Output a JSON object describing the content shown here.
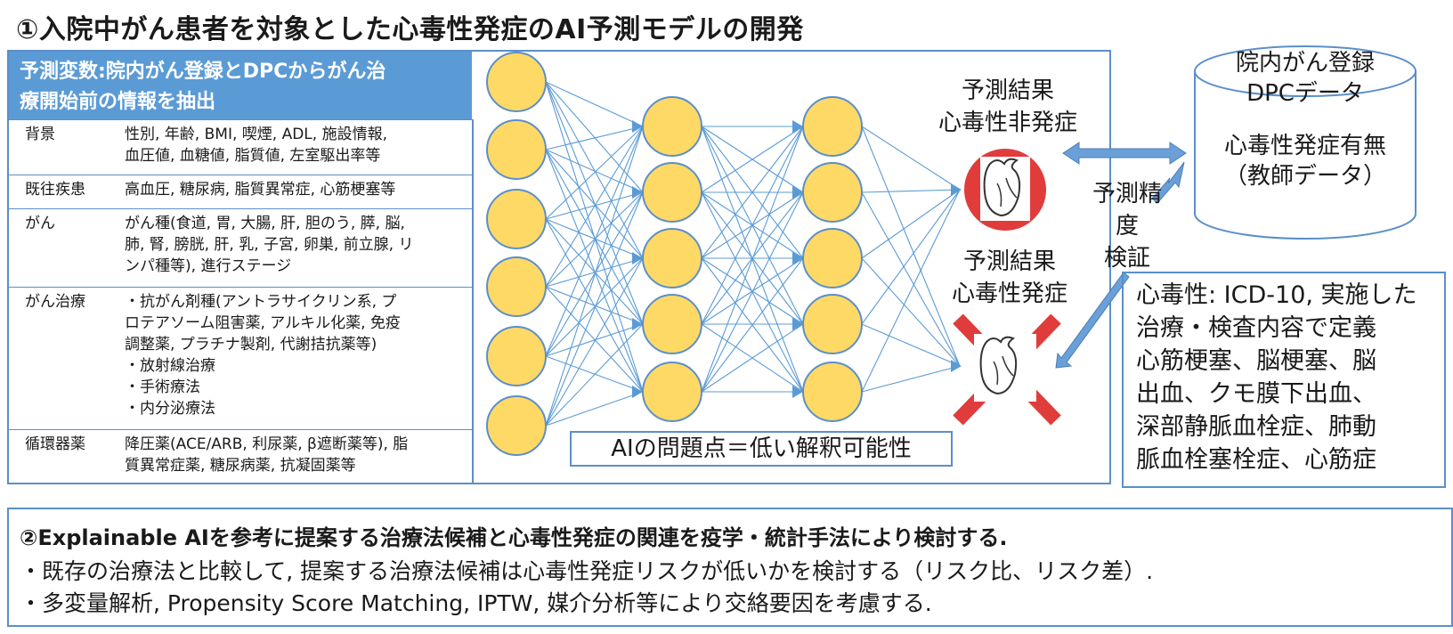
{
  "title1": "①入院中がん患者を対象とした心毒性発症のAI予測モデルの開発",
  "table": {
    "header": "予測変数:院内がん登録とDPCからがん治療開始前の情報を抽出",
    "header_line1": "予測変数:院内がん登録とDPCからがん治",
    "header_line2": "療開始前の情報を抽出",
    "rows": [
      {
        "category": "背景",
        "lines": [
          "性別, 年齢, BMI, 喫煙, ADL, 施設情報,",
          "血圧値, 血糖値, 脂質値, 左室駆出率等"
        ]
      },
      {
        "category": "既往疾患",
        "lines": [
          "高血圧, 糖尿病, 脂質異常症, 心筋梗塞等"
        ]
      },
      {
        "category": "がん",
        "lines": [
          "がん種(食道, 胃, 大腸, 肝, 胆のう, 膵, 脳,",
          "肺, 腎, 膀胱, 肝, 乳, 子宮, 卵巣, 前立腺, リ",
          "ンパ種等), 進行ステージ"
        ]
      },
      {
        "category": "がん治療",
        "lines": [
          "・抗がん剤種(アントラサイクリン系, プ",
          "ロテアソーム阻害薬, アルキル化薬, 免疫",
          "調整薬, プラチナ製剤, 代謝拮抗薬等)",
          "・放射線治療",
          "・手術療法",
          "・内分泌療法"
        ]
      },
      {
        "category": "循環器薬",
        "lines": [
          "降圧薬(ACE/ARB, 利尿薬, β遮断薬等), 脂",
          "質異常症薬, 糖尿病薬, 抗凝固薬等"
        ]
      }
    ]
  },
  "ai_problem": "AIの問題点＝低い解釈可能性",
  "result_negative": [
    "予測結果",
    "心毒性非発症"
  ],
  "result_positive": [
    "予測結果",
    "心毒性発症"
  ],
  "validation": [
    "予測精",
    "度",
    "検証"
  ],
  "database": {
    "top": [
      "院内がん登録",
      "DPCデータ"
    ],
    "body": [
      "心毒性発症有無",
      "（教師データ）"
    ]
  },
  "definition": [
    "心毒性: ICD-10, 実施した",
    "治療・検査内容で定義",
    "心筋梗塞、脳梗塞、脳",
    "出血、クモ膜下出血、",
    "深部静脈血栓症、肺動",
    "脈血栓塞栓症、心筋症"
  ],
  "section2": {
    "title": "②Explainable AIを参考に提案する治療法候補と心毒性発症の関連を疫学・統計手法により検討する.",
    "line1": "・既存の治療法と比較して, 提案する治療法候補は心毒性発症リスクが低いかを検討する（リスク比、リスク差）.",
    "line2": "・多変量解析, Propensity Score Matching, IPTW, 媒介分析等により交絡要因を考慮する."
  },
  "colors": {
    "border": "#5b8fc9",
    "header_bg": "#5b9bd5",
    "node_fill": "#ffd966",
    "node_stroke": "#5b8fc9",
    "edge": "#5b9bd5",
    "red": "#e03c3c"
  },
  "network": {
    "layers": [
      6,
      5,
      5
    ],
    "output_nodes": 2
  }
}
